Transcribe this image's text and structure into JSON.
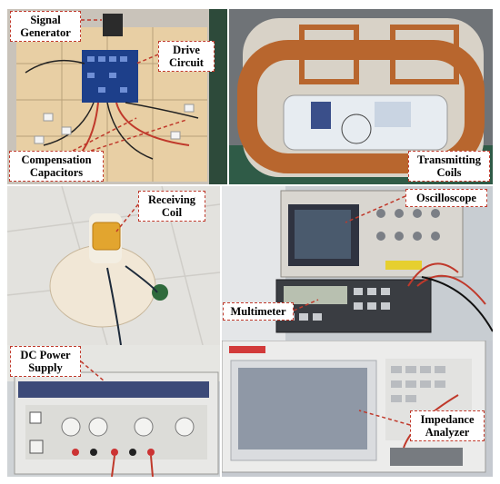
{
  "labels": {
    "signal_generator": [
      "Signal",
      "Generator"
    ],
    "drive_circuit": [
      "Drive",
      "Circuit"
    ],
    "compensation_capacitors": [
      "Compensation",
      "Capacitors"
    ],
    "transmitting_coils": [
      "Transmitting",
      "Coils"
    ],
    "receiving_coil": [
      "Receiving",
      "Coil"
    ],
    "oscilloscope": "Oscilloscope",
    "multimeter": "Multimeter",
    "dc_power_supply": [
      "DC Power",
      "Supply"
    ],
    "impedance_analyzer": [
      "Impedance",
      "Analyzer"
    ]
  },
  "colors": {
    "label_border": "#c0392b",
    "coil_copper": "#b8662e",
    "circuit_board": "#1d3f8a"
  }
}
